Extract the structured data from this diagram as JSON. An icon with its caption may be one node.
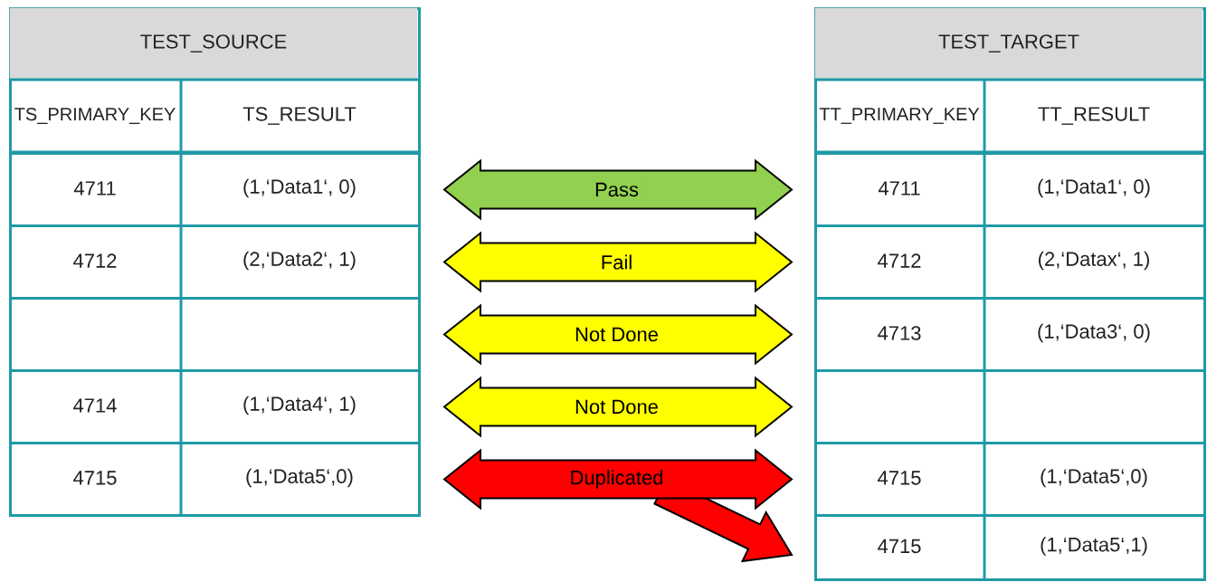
{
  "diagram": {
    "nodes": [
      {
        "text": [
          "TEST_SOURCE",
          "TS_PRIMARY_KEY",
          "TS_RESULT"
        ]
      },
      {
        "text": [
          "4711",
          "(1,‘Data1‘, 0)"
        ],
        "in": 0
      },
      {
        "text": [
          "4712",
          "(2,‘Data2‘, 1)"
        ],
        "in": 0
      },
      {
        "text": [],
        "shape": "box",
        "in": 0
      },
      {
        "text": [
          "4714",
          "(1,‘Data4‘, 1)"
        ],
        "in": 0
      },
      {
        "text": [
          "4715",
          "(1,‘Data5‘,0)"
        ],
        "in": 0
      },
      {
        "text": [
          "TEST_TARGET",
          "TT_PRIMARY_KEY",
          "TT_RESULT"
        ]
      },
      {
        "text": [
          "4711",
          "(1,‘Data1‘, 0)"
        ],
        "in": 6
      },
      {
        "text": [
          "4712",
          "(2,‘Datax‘, 1)"
        ],
        "in": 6
      },
      {
        "text": [
          "4713",
          "(1,‘Data3‘, 0)"
        ],
        "in": 6
      },
      {
        "text": [],
        "shape": "box",
        "in": 6
      },
      {
        "text": [
          "4715",
          "(1,‘Data5‘,0)"
        ],
        "in": 6
      },
      {
        "text": [
          "4715",
          "(1,‘Data5‘,1)"
        ],
        "in": 6
      }
    ],
    "edges": [
      {
        "from": 1,
        "to": 7,
        "arrow": "both",
        "label": "Pass",
        "color": "#92d050"
      },
      {
        "from": 2,
        "to": 8,
        "arrow": "both",
        "label": "Fail"
      },
      {
        "from": 3,
        "to": 9,
        "arrow": "both",
        "label": "Not Done"
      },
      {
        "from": 4,
        "to": 10,
        "arrow": "both",
        "label": "Not Done"
      },
      {
        "from": 5,
        "to": 11,
        "arrow": "both",
        "label": "Duplicated",
        "color": "#ff0000"
      },
      {
        "from": null,
        "to": 12,
        "arrow": "to",
        "color": "#ff0000"
      }
    ]
  }
}
